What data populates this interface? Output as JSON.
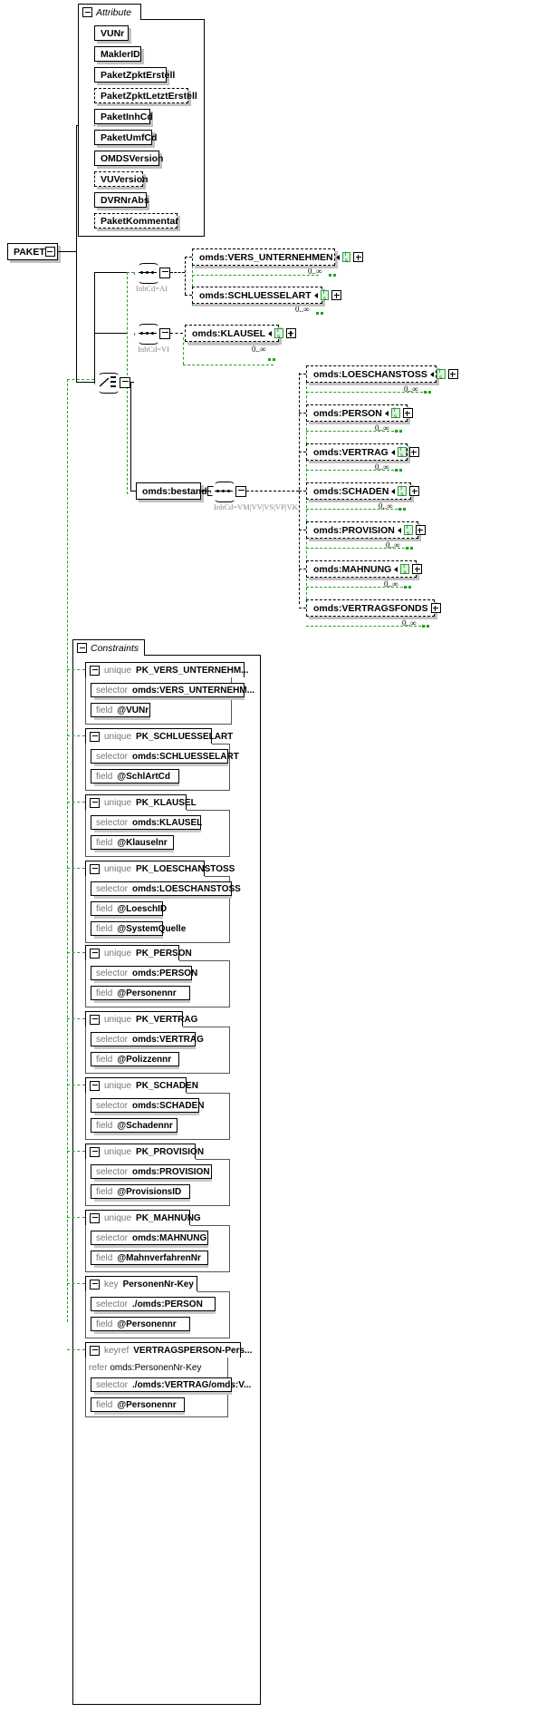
{
  "diagram": {
    "type": "xsd-schema-diagram",
    "root_element": "PAKET",
    "groups": {
      "attribute_label": "Attribute",
      "constraints_label": "Constraints"
    }
  },
  "attributes": [
    {
      "name": "VUNr",
      "optional": false
    },
    {
      "name": "MaklerID",
      "optional": false
    },
    {
      "name": "PaketZpktErstell",
      "optional": false
    },
    {
      "name": "PaketZpktLetztErstell",
      "optional": true
    },
    {
      "name": "PaketInhCd",
      "optional": false
    },
    {
      "name": "PaketUmfCd",
      "optional": false
    },
    {
      "name": "OMDSVersion",
      "optional": false
    },
    {
      "name": "VUVersion",
      "optional": true
    },
    {
      "name": "DVRNrAbs",
      "optional": false
    },
    {
      "name": "PaketKommentar",
      "optional": true
    }
  ],
  "compositors": [
    {
      "id": "seq-ai",
      "kind": "sequence",
      "label": "InhCd=AI"
    },
    {
      "id": "seq-vi",
      "kind": "sequence",
      "label": "InhCd=VI"
    },
    {
      "id": "choice-main",
      "kind": "choice",
      "label": ""
    },
    {
      "id": "seq-bestand",
      "kind": "sequence",
      "label": "InhCd=VM|VV|VS|VP|VK"
    }
  ],
  "elements_ai": [
    {
      "name": "omds:VERS_UNTERNEHMEN",
      "badge": "i s",
      "occurs": "0..∞"
    },
    {
      "name": "omds:SCHLUESSELART",
      "badge": "i s",
      "occurs": "0..∞"
    }
  ],
  "elements_vi": [
    {
      "name": "omds:KLAUSEL",
      "badge": "i s",
      "occurs": "0..∞"
    }
  ],
  "bestand": {
    "name": "omds:bestand",
    "children": [
      {
        "name": "omds:LOESCHANSTOSS",
        "badge": "i s",
        "occurs": "0..∞"
      },
      {
        "name": "omds:PERSON",
        "badge": "i s",
        "occurs": "0..∞"
      },
      {
        "name": "omds:VERTRAG",
        "badge": "i s",
        "occurs": "0..∞"
      },
      {
        "name": "omds:SCHADEN",
        "badge": "i s",
        "occurs": "0..∞"
      },
      {
        "name": "omds:PROVISION",
        "badge": "i s",
        "occurs": "0..∞"
      },
      {
        "name": "omds:MAHNUNG",
        "badge": "i s",
        "occurs": "0..∞"
      },
      {
        "name": "omds:VERTRAGSFONDS",
        "badge": "",
        "occurs": "0..∞"
      }
    ]
  },
  "constraints": [
    {
      "kind": "unique",
      "name": "PK_VERS_UNTERNEHM...",
      "selector_label": "selector",
      "selector": "omds:VERS_UNTERNEHM...",
      "fields": [
        {
          "label": "field",
          "value": "@VUNr"
        }
      ]
    },
    {
      "kind": "unique",
      "name": "PK_SCHLUESSELART",
      "selector_label": "selector",
      "selector": "omds:SCHLUESSELART",
      "fields": [
        {
          "label": "field",
          "value": "@SchlArtCd"
        }
      ]
    },
    {
      "kind": "unique",
      "name": "PK_KLAUSEL",
      "selector_label": "selector",
      "selector": "omds:KLAUSEL",
      "fields": [
        {
          "label": "field",
          "value": "@Klauselnr"
        }
      ]
    },
    {
      "kind": "unique",
      "name": "PK_LOESCHANSTOSS",
      "selector_label": "selector",
      "selector": "omds:LOESCHANSTOSS",
      "fields": [
        {
          "label": "field",
          "value": "@LoeschID"
        },
        {
          "label": "field",
          "value": "@SystemQuelle"
        }
      ]
    },
    {
      "kind": "unique",
      "name": "PK_PERSON",
      "selector_label": "selector",
      "selector": "omds:PERSON",
      "fields": [
        {
          "label": "field",
          "value": "@Personennr"
        }
      ]
    },
    {
      "kind": "unique",
      "name": "PK_VERTRAG",
      "selector_label": "selector",
      "selector": "omds:VERTRAG",
      "fields": [
        {
          "label": "field",
          "value": "@Polizzennr"
        }
      ]
    },
    {
      "kind": "unique",
      "name": "PK_SCHADEN",
      "selector_label": "selector",
      "selector": "omds:SCHADEN",
      "fields": [
        {
          "label": "field",
          "value": "@Schadennr"
        }
      ]
    },
    {
      "kind": "unique",
      "name": "PK_PROVISION",
      "selector_label": "selector",
      "selector": "omds:PROVISION",
      "fields": [
        {
          "label": "field",
          "value": "@ProvisionsID"
        }
      ]
    },
    {
      "kind": "unique",
      "name": "PK_MAHNUNG",
      "selector_label": "selector",
      "selector": "omds:MAHNUNG",
      "fields": [
        {
          "label": "field",
          "value": "@MahnverfahrenNr"
        }
      ]
    },
    {
      "kind": "key",
      "name": "PersonenNr-Key",
      "selector_label": "selector",
      "selector": "./omds:PERSON",
      "fields": [
        {
          "label": "field",
          "value": "@Personennr"
        }
      ]
    },
    {
      "kind": "keyref",
      "name": "VERTRAGSPERSON-Pers...",
      "refer_label": "refer",
      "refer": "omds:PersonenNr-Key",
      "selector_label": "selector",
      "selector": "./omds:VERTRAG/omds:V...",
      "fields": [
        {
          "label": "field",
          "value": "@Personennr"
        }
      ]
    }
  ],
  "colors": {
    "accent_green": "#21a121",
    "badge_bg": "#ddf3dd",
    "badge_border": "#2f9e3f",
    "shadow": "#c0c0c0",
    "muted": "#8a8a8a"
  }
}
